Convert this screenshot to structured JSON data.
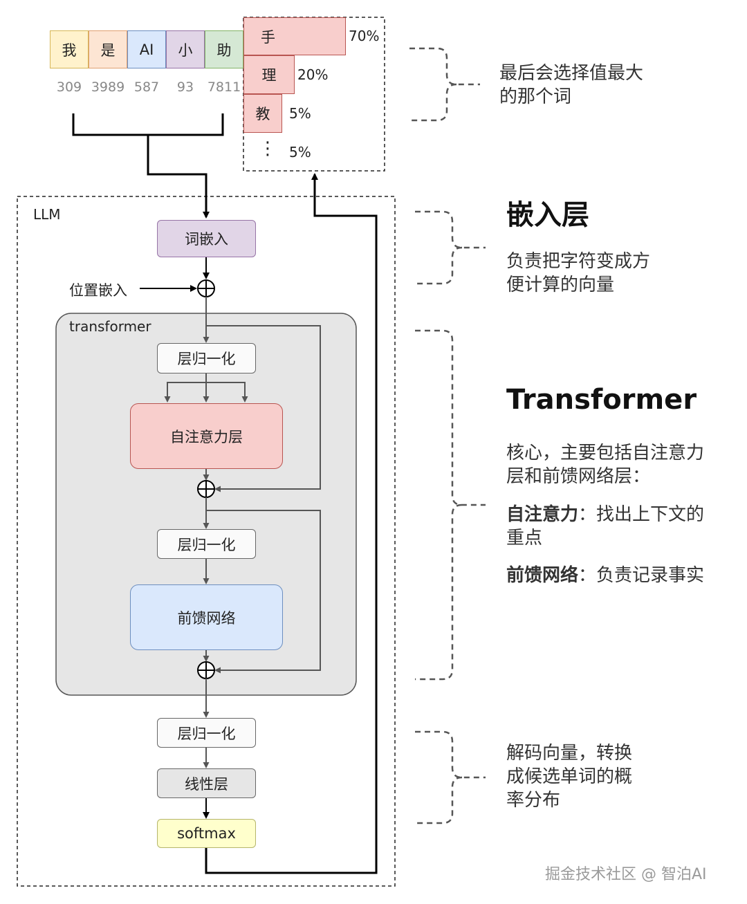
{
  "tokens": [
    {
      "char": "我",
      "id": "309",
      "bg": "#fff2cc",
      "border": "#d6b656"
    },
    {
      "char": "是",
      "id": "3989",
      "bg": "#fde5d3",
      "border": "#e0a070"
    },
    {
      "char": "AI",
      "id": "587",
      "bg": "#dae8fc",
      "border": "#6c8ebf"
    },
    {
      "char": "小",
      "id": "93",
      "bg": "#e1d5e7",
      "border": "#9673a6"
    },
    {
      "char": "助",
      "id": "7811",
      "bg": "#d5e8d4",
      "border": "#82b366"
    }
  ],
  "probs": [
    {
      "char": "手",
      "pct": "70%"
    },
    {
      "char": "理",
      "pct": "20%"
    },
    {
      "char": "教",
      "pct": "5%"
    },
    {
      "char": "⋮",
      "pct": "5%"
    }
  ],
  "llm_label": "LLM",
  "word_embed": "词嵌入",
  "pos_embed": "位置嵌入",
  "transformer_label": "transformer",
  "norm1": "层归一化",
  "self_attn": "自注意力层",
  "norm2": "层归一化",
  "ffn": "前馈网络",
  "norm3": "层归一化",
  "linear": "线性层",
  "softmax": "softmax",
  "annotations": {
    "top_line1": "最后会选择值最大",
    "top_line2": "的那个词",
    "embed_title": "嵌入层",
    "embed_line1": "负责把字符变成方",
    "embed_line2": "便计算的向量",
    "tf_title": "Transformer",
    "tf_line1": "核心，主要包括自注意力",
    "tf_line2": "层和前馈网络层：",
    "attn_bold": "自注意力",
    "attn_text": "：找出上下文的",
    "attn_line2": "重点",
    "ffn_bold": "前馈网络",
    "ffn_text": "：负责记录事实",
    "dec_line1": "解码向量，转换",
    "dec_line2": "成候选单词的概",
    "dec_line3": "率分布"
  },
  "watermark": "掘金技术社区 @ 智泊AI"
}
